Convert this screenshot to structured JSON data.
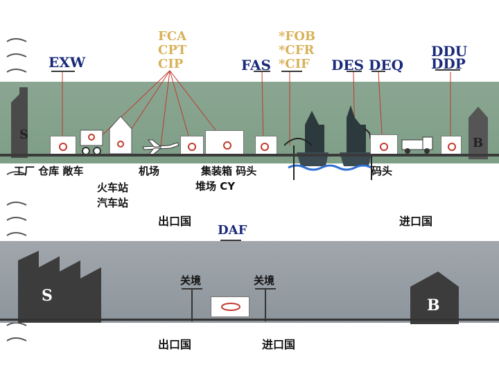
{
  "terms": {
    "exw": "EXW",
    "fca": "FCA",
    "cpt": "CPT",
    "cip": "CIP",
    "fas": "FAS",
    "fob": "*FOB",
    "cfr": "*CFR",
    "cif": "*CIF",
    "des": "DES",
    "deq": "DEQ",
    "ddu": "DDU",
    "ddp": "DDP",
    "daf": "DAF"
  },
  "labels": {
    "seller_top": "S",
    "buyer_top": "B",
    "factory_row": "工厂 仓库 敞车",
    "airport": "机场",
    "container": "集装箱 码头",
    "cy": "堆场 CY",
    "train": "火车站",
    "bus": "汽车站",
    "dock_import": "码头",
    "export_country_top": "出口国",
    "import_country_top": "进口国",
    "seller_bottom": "S",
    "buyer_bottom": "B",
    "border_left": "关境",
    "border_right": "关境",
    "export_country_bottom": "出口国",
    "import_country_bottom": "进口国"
  },
  "colors": {
    "term_color": "#1a2a7a",
    "fca_group_color": "#d8b25a",
    "line_color": "#c0392b",
    "band_color": "#86a38d"
  }
}
